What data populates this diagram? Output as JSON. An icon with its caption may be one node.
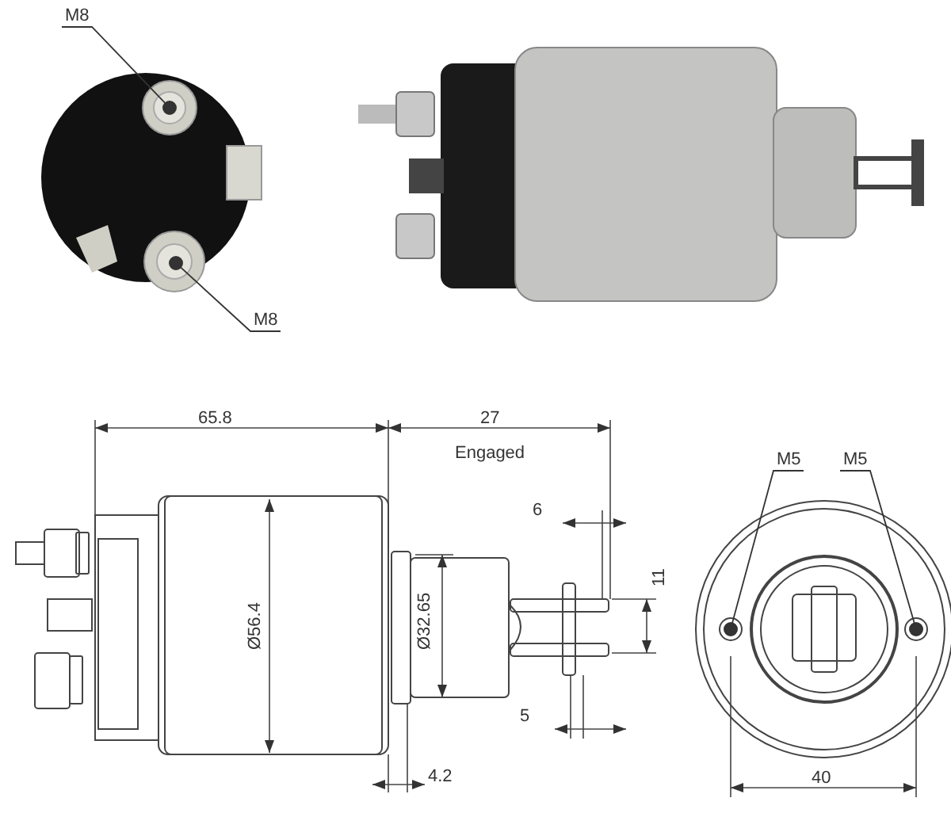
{
  "diagram": {
    "nodes": [
      {
        "text": [
          "M8"
        ]
      },
      {
        "text": [
          "M8"
        ]
      },
      {
        "text": [
          "M5"
        ]
      },
      {
        "text": [
          "M5"
        ]
      },
      {
        "text": [],
        "shape": "circle"
      },
      {
        "text": [],
        "shape": "circle"
      },
      {
        "text": [],
        "shape": "circle"
      },
      {
        "text": [],
        "shape": "circle"
      }
    ],
    "edges": [
      {
        "from": 0,
        "to": 4,
        "arrow": "none"
      },
      {
        "from": 1,
        "to": 5,
        "arrow": "none"
      },
      {
        "from": 2,
        "to": 6,
        "arrow": "none"
      },
      {
        "from": 3,
        "to": 7,
        "arrow": "none"
      }
    ],
    "labels": [
      "65.8",
      "27",
      "Engaged",
      "6",
      "11",
      "Ø56.4",
      "Ø32.65",
      "5",
      "4.2",
      "40"
    ]
  }
}
